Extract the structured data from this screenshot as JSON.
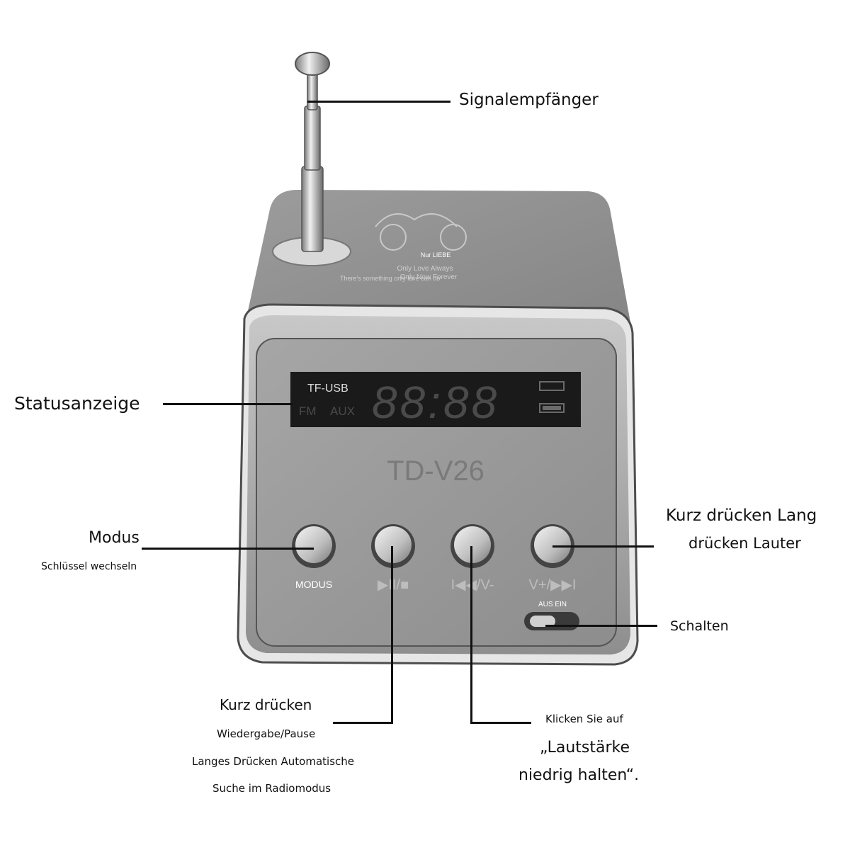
{
  "labels": {
    "antenna": "Signalempfänger",
    "status": "Statusanzeige",
    "mode_title": "Modus",
    "mode_sub": "Schlüssel wechseln",
    "vol_up_line1": "Kurz drücken Lang",
    "vol_up_line2": "drücken Lauter",
    "switch": "Schalten",
    "play_line1": "Kurz drücken",
    "play_line2": "Wiedergabe/Pause",
    "play_line3": "Langes Drücken Automatische",
    "play_line4": "Suche im Radiomodus",
    "vol_down_line1": "Klicken Sie auf",
    "vol_down_line2": "„Lautstärke",
    "vol_down_line3": "niedrig halten“."
  },
  "device": {
    "top_print": "Nur LIEBE",
    "engraving_line1": "Only Love Always",
    "engraving_line2": "Only Now Forever",
    "engraving_line3": "There's something only love can do",
    "display_tf_usb": "TF-USB",
    "display_fm": "FM",
    "display_aux": "AUX",
    "display_digits": "88:88",
    "model": "TD-V26",
    "button_mode": "MODUS",
    "button_play": "▶II/■",
    "button_prev": "I◀◀/V-",
    "button_next": "V+/▶▶I",
    "switch_label": "AUS EIN"
  },
  "colors": {
    "body": "#b0b0b0",
    "face": "#9a9a9a",
    "display_bg": "#1a1a1a",
    "display_fg": "#4a4a4a"
  }
}
